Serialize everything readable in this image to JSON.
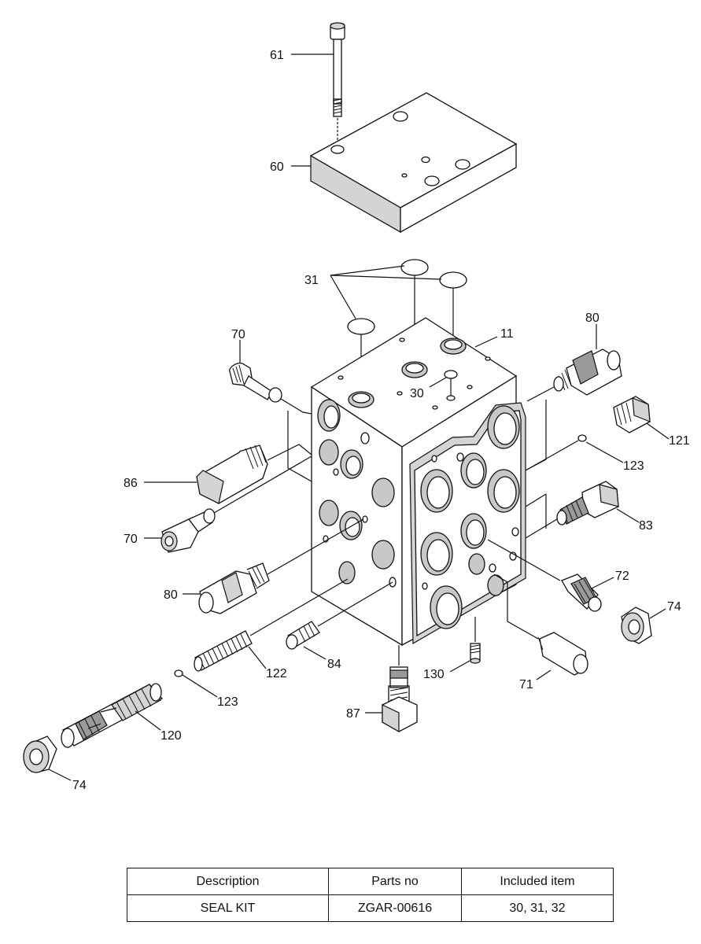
{
  "diagram": {
    "labels": {
      "l61": "61",
      "l60": "60",
      "l31": "31",
      "l11": "11",
      "l30": "30",
      "l70a": "70",
      "l80a": "80",
      "l121": "121",
      "l123a": "123",
      "l86": "86",
      "l83": "83",
      "l70b": "70",
      "l72": "72",
      "l80b": "80",
      "l74a": "74",
      "l122": "122",
      "l84": "84",
      "l130": "130",
      "l71": "71",
      "l123b": "123",
      "l87": "87",
      "l120": "120",
      "l74b": "74"
    }
  },
  "table": {
    "headers": [
      "Description",
      "Parts no",
      "Included item"
    ],
    "rows": [
      [
        "SEAL KIT",
        "ZGAR-00616",
        "30, 31, 32"
      ]
    ]
  }
}
